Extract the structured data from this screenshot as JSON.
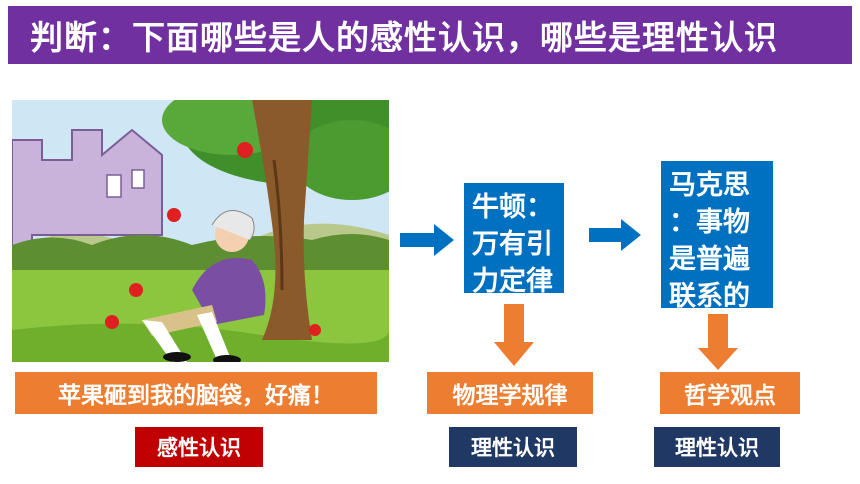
{
  "title": "判断：下面哪些是人的感性认识，哪些是理性认识",
  "newton_box": {
    "line1": "牛顿：",
    "line2": "万有引",
    "line3": "力定律"
  },
  "marx_box": {
    "line1": "马克思",
    "line2": "：事物",
    "line3": "是普遍",
    "line4": "联系的"
  },
  "captions": {
    "apple": "苹果砸到我的脑袋，好痛！",
    "physics": "物理学规律",
    "philosophy": "哲学观点"
  },
  "tags": {
    "perceptual": "感性认识",
    "rational_1": "理性认识",
    "rational_2": "理性认识"
  },
  "colors": {
    "title_bg": "#7030a0",
    "blue": "#0070c0",
    "orange": "#ed7d31",
    "red": "#c00000",
    "navy": "#1f3864"
  },
  "icons": [
    "illustration-newton-apple-tree",
    "arrow-right-icon",
    "arrow-down-icon"
  ]
}
